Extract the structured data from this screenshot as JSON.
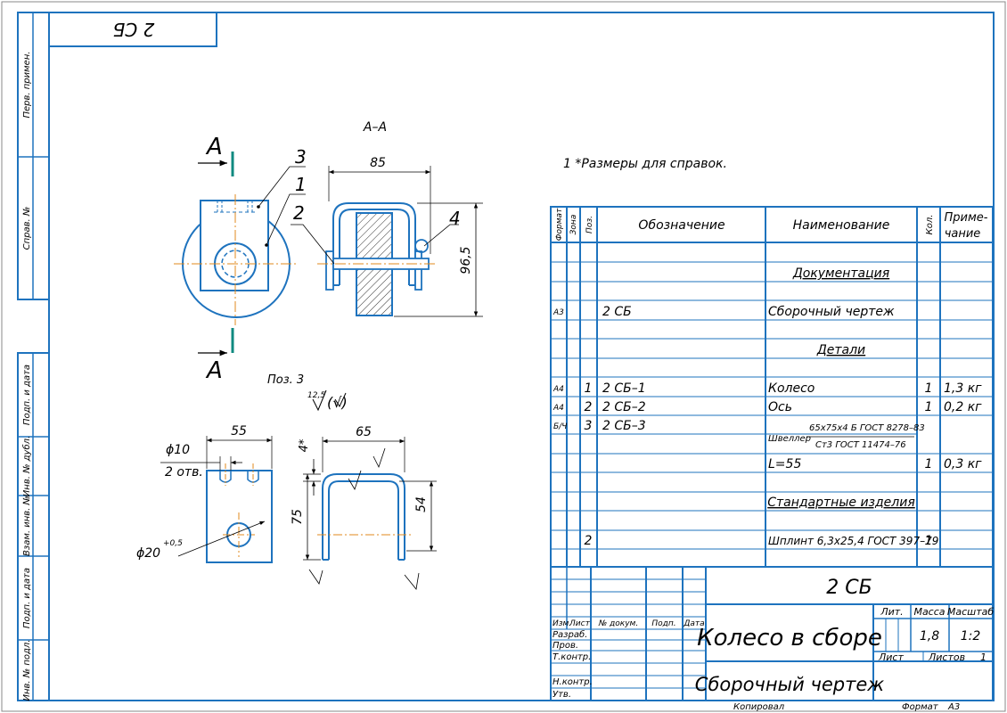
{
  "sheet": {
    "mirrored_code": "2 СБ",
    "side_labels": [
      "Перв. примен.",
      "Справ. №",
      "Подп. и дата",
      "Инв. № дубл.",
      "Взам. инв. №",
      "Подп. и дата",
      "Инв. № подл."
    ]
  },
  "drawing": {
    "section_title": "А–А",
    "cut_mark": "А",
    "note": "1 *Размеры для справок.",
    "leaders": [
      "3",
      "1",
      "2",
      "4"
    ],
    "dim_85": "85",
    "dim_96_5": "96,5",
    "part3_title": "Поз. 3",
    "roughness": "12,5",
    "roughness_tail": "(√)",
    "dim_55": "55",
    "dim_phi10": "ϕ10",
    "holes": "2 отв.",
    "dim_phi20": "ϕ20",
    "dim_phi20_tol": "+0,5",
    "dim_65": "65",
    "dim_4": "4*",
    "dim_75": "75",
    "dim_54": "54"
  },
  "spec": {
    "headers": {
      "format": "Формат",
      "zone": "Зона",
      "pos": "Поз.",
      "designation": "Обозначение",
      "name": "Наименование",
      "qty": "Кол.",
      "note1": "Приме-",
      "note2": "чание"
    },
    "rows": [
      {
        "name": "Документация",
        "section": true
      },
      {
        "format": "А3",
        "designation": "2 СБ",
        "name": "Сборочный чертеж"
      },
      {
        "name": "Детали",
        "section": true
      },
      {
        "format": "А4",
        "pos": "1",
        "designation": "2 СБ–1",
        "name": "Колесо",
        "qty": "1",
        "note": "1,3 кг"
      },
      {
        "format": "А4",
        "pos": "2",
        "designation": "2 СБ–2",
        "name": "Ось",
        "qty": "1",
        "note": "0,2 кг"
      },
      {
        "format": "Б/Ч",
        "pos": "3",
        "designation": "2 СБ–3"
      },
      {
        "name_prefix": "Швеллер",
        "name_top": "65х75х4 Б ГОСТ 8278–83",
        "name_bottom": "Ст3 ГОСТ 11474–76"
      },
      {
        "name": "L=55",
        "qty": "1",
        "note": "0,3 кг"
      },
      {
        "name": "Стандартные изделия",
        "section": true
      },
      {
        "zone": "2",
        "name": "Шплинт 6,3х25,4 ГОСТ 397–79",
        "qty": "1"
      }
    ]
  },
  "stamp": {
    "code": "2 СБ",
    "title": "Колесо в сборе",
    "doc_type": "Сборочный чертеж",
    "izm": "Изм.",
    "list": "Лист",
    "doc_no": "№ докум.",
    "sign": "Подп.",
    "date": "Дата",
    "roles": [
      "Разраб.",
      "Пров.",
      "Т.контр.",
      "",
      "Н.контр.",
      "Утв."
    ],
    "lit": "Лит.",
    "mass": "Масса",
    "scale": "Масштаб",
    "mass_value": "1,8",
    "scale_value": "1:2",
    "sheet": "Лист",
    "sheets": "Листов",
    "sheets_value": "1",
    "copied": "Копировал",
    "format_label": "Формат",
    "format_value": "А3"
  }
}
